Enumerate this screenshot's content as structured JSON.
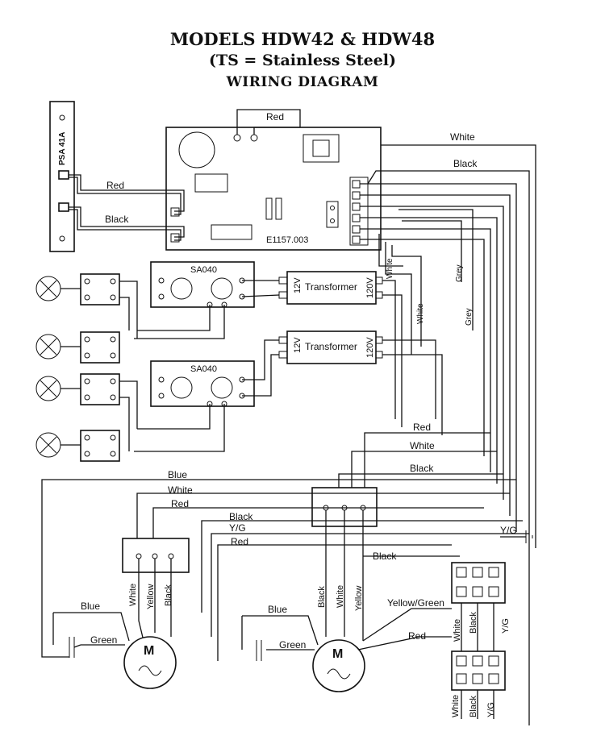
{
  "title": {
    "line1": "MODELS HDW42 & HDW48",
    "line2": "(TS = Stainless Steel)",
    "line3": "WIRING DIAGRAM"
  },
  "components": {
    "psa_board": "PSA 41A",
    "control_board": "E1157.003",
    "switch_upper": "SA040",
    "switch_lower": "SA040",
    "transformer_upper": "Transformer",
    "transformer_lower": "Transformer",
    "voltage_low": "12V",
    "voltage_high": "120V",
    "motor_symbol": "M"
  },
  "wire_labels": {
    "red_top": "Red",
    "white_top": "White",
    "black_top": "Black",
    "red_psa": "Red",
    "black_psa": "Black",
    "white_vert_1": "White",
    "white_vert_2": "White",
    "grey_1": "Grey",
    "grey_2": "Grey",
    "red_mid": "Red",
    "white_mid": "White",
    "black_mid": "Black",
    "blue_l": "Blue",
    "white_l": "White",
    "red_l": "Red",
    "black_l": "Black",
    "yg_l": "Y/G",
    "red_l2": "Red",
    "black_r": "Black",
    "yg_ground": "Y/G",
    "lm_white": "White",
    "lm_yellow": "Yellow",
    "lm_black": "Black",
    "lm_blue": "Blue",
    "lm_green": "Green",
    "rm_black": "Black",
    "rm_white": "White",
    "rm_yellow": "Yellow",
    "rm_blue": "Blue",
    "rm_green": "Green",
    "rm_yellow_green": "Yellow/Green",
    "rm_red": "Red",
    "sw_white": "White",
    "sw_black": "Black",
    "sw_yg": "Y/G",
    "bt_white": "White",
    "bt_black": "Black",
    "bt_yg": "Y/G"
  }
}
